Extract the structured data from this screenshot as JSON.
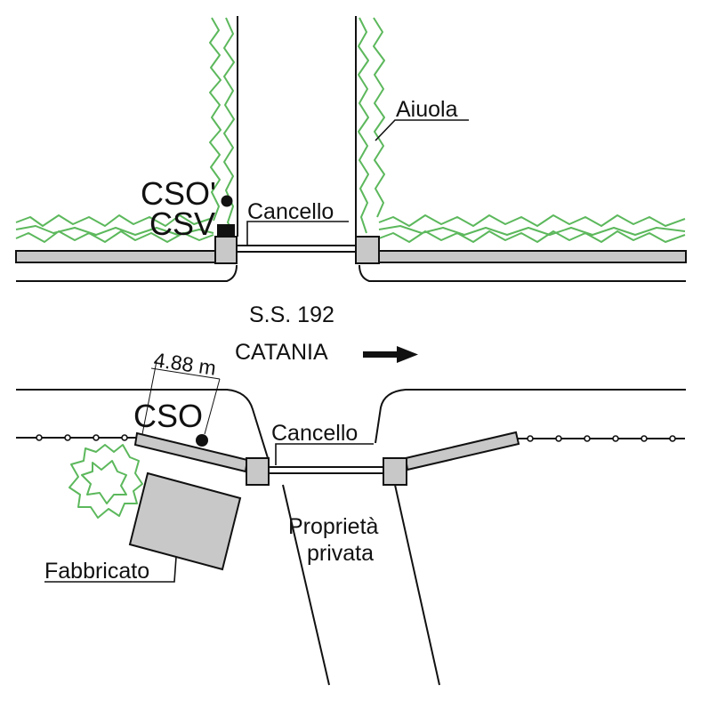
{
  "labels": {
    "aiuola": "Aiuola",
    "cso_prime": "CSO'",
    "csv": "CSV",
    "cancello_top": "Cancello",
    "road": "S.S. 192",
    "direction": "CATANIA",
    "distance": "4.88 m",
    "cso": "CSO",
    "cancello_bottom": "Cancello",
    "proprieta_line1": "Proprietà",
    "proprieta_line2": "privata",
    "fabbricato": "Fabbricato"
  },
  "colors": {
    "vegetation": "#5cb85c",
    "wall_fill": "#c8c8c8",
    "ink": "#111111"
  }
}
